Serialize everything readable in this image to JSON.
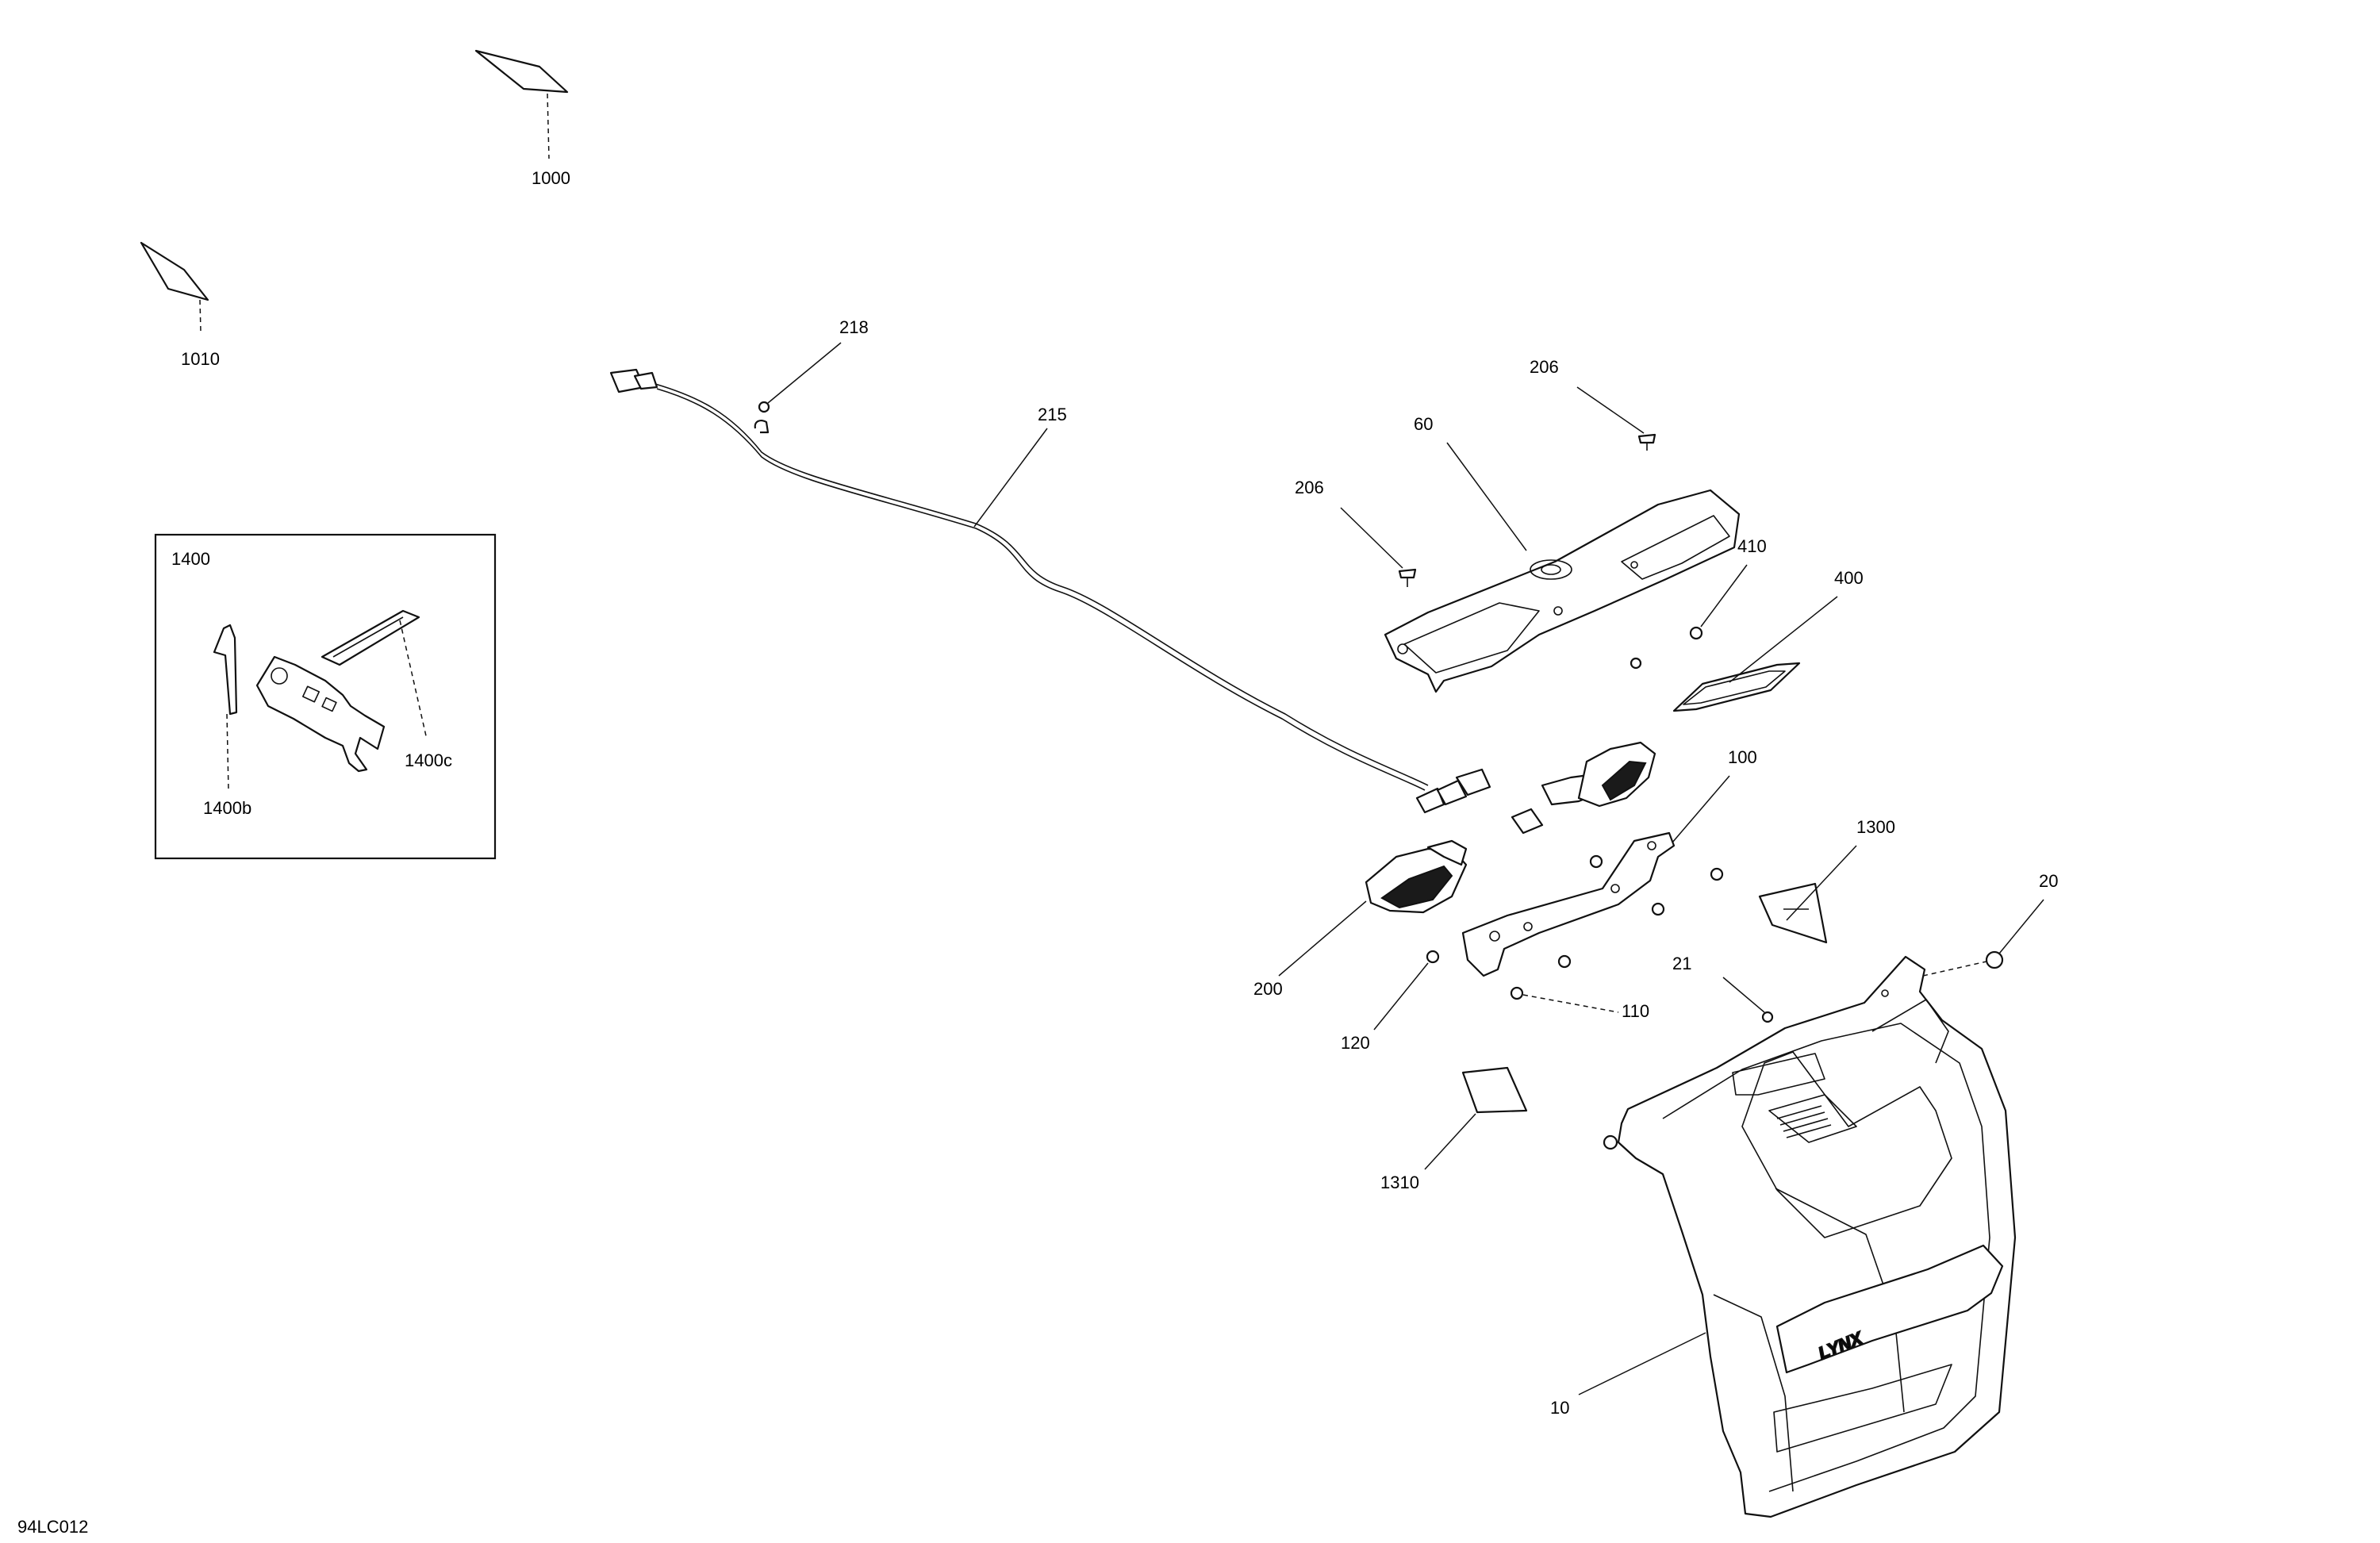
{
  "diagram": {
    "drawing_id": "94LC012",
    "callouts": {
      "c1000": "1000",
      "c1010": "1010",
      "c218": "218",
      "c215": "215",
      "c206a": "206",
      "c206b": "206",
      "c60": "60",
      "c410": "410",
      "c400": "400",
      "c100": "100",
      "c1300": "1300",
      "c20": "20",
      "c21": "21",
      "c200": "200",
      "c120": "120",
      "c110": "110",
      "c1310": "1310",
      "c10": "10",
      "c1400": "1400",
      "c1400b": "1400b",
      "c1400c": "1400c"
    },
    "flap_logo": "LYNX"
  }
}
